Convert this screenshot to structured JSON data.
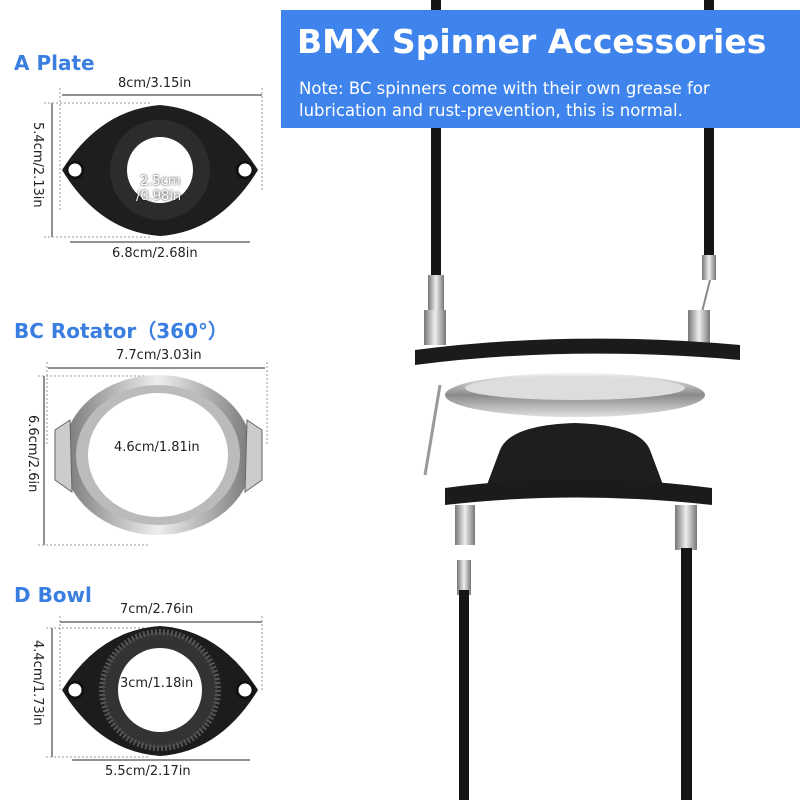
{
  "banner": {
    "title": "BMX Spinner Accessories",
    "note_line1": "Note: BC spinners come with their own grease for",
    "note_line2": "lubrication and rust-prevention, this is normal.",
    "color": "#3f84ec"
  },
  "parts": [
    {
      "name": "A Plate",
      "width": "8cm/3.15in",
      "height": "5.4cm/2.13in",
      "inner": "2.5cm",
      "inner2": "/0.98in",
      "base": "6.8cm/2.68in"
    },
    {
      "name": "BC Rotator（360°）",
      "width": "7.7cm/3.03in",
      "height": "6.6cm/2.6in",
      "inner": "4.6cm/1.81in"
    },
    {
      "name": "D Bowl",
      "width": "7cm/2.76in",
      "height": "4.4cm/1.73in",
      "inner": "3cm/1.18in",
      "base": "5.5cm/2.17in"
    }
  ]
}
